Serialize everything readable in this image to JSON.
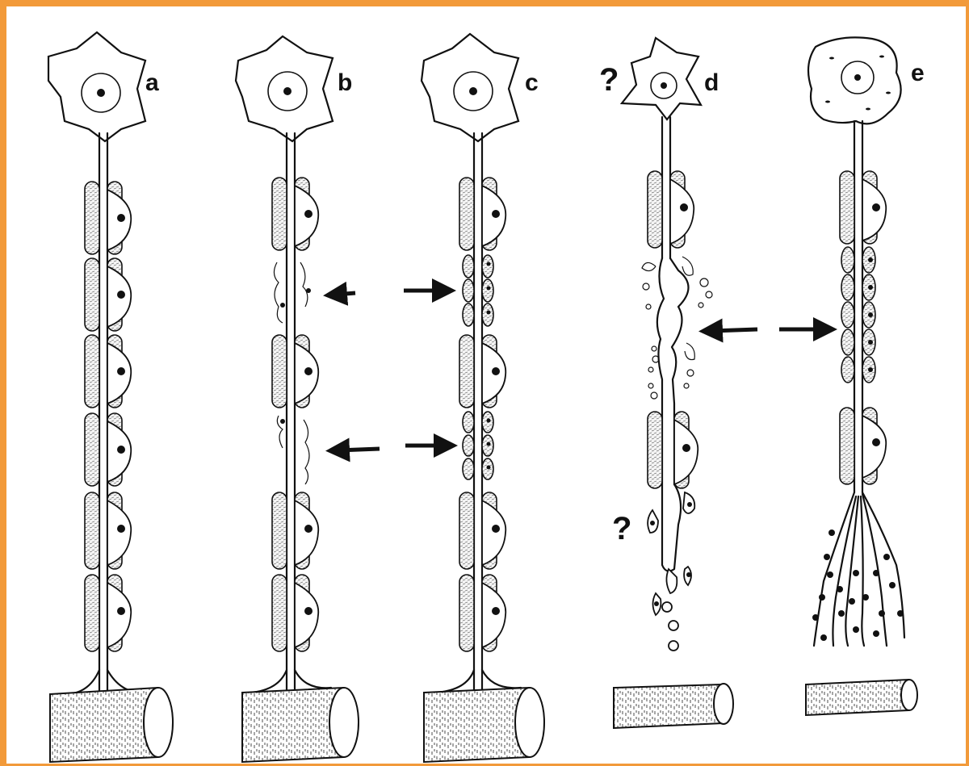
{
  "panels": [
    {
      "id": "a",
      "label": "a"
    },
    {
      "id": "b",
      "label": "b"
    },
    {
      "id": "c",
      "label": "c"
    },
    {
      "id": "d",
      "label": "d"
    },
    {
      "id": "e",
      "label": "e"
    }
  ],
  "question_marks": [
    "?",
    "?"
  ],
  "colors": {
    "border": "#f29a3a",
    "ink": "#111111"
  }
}
